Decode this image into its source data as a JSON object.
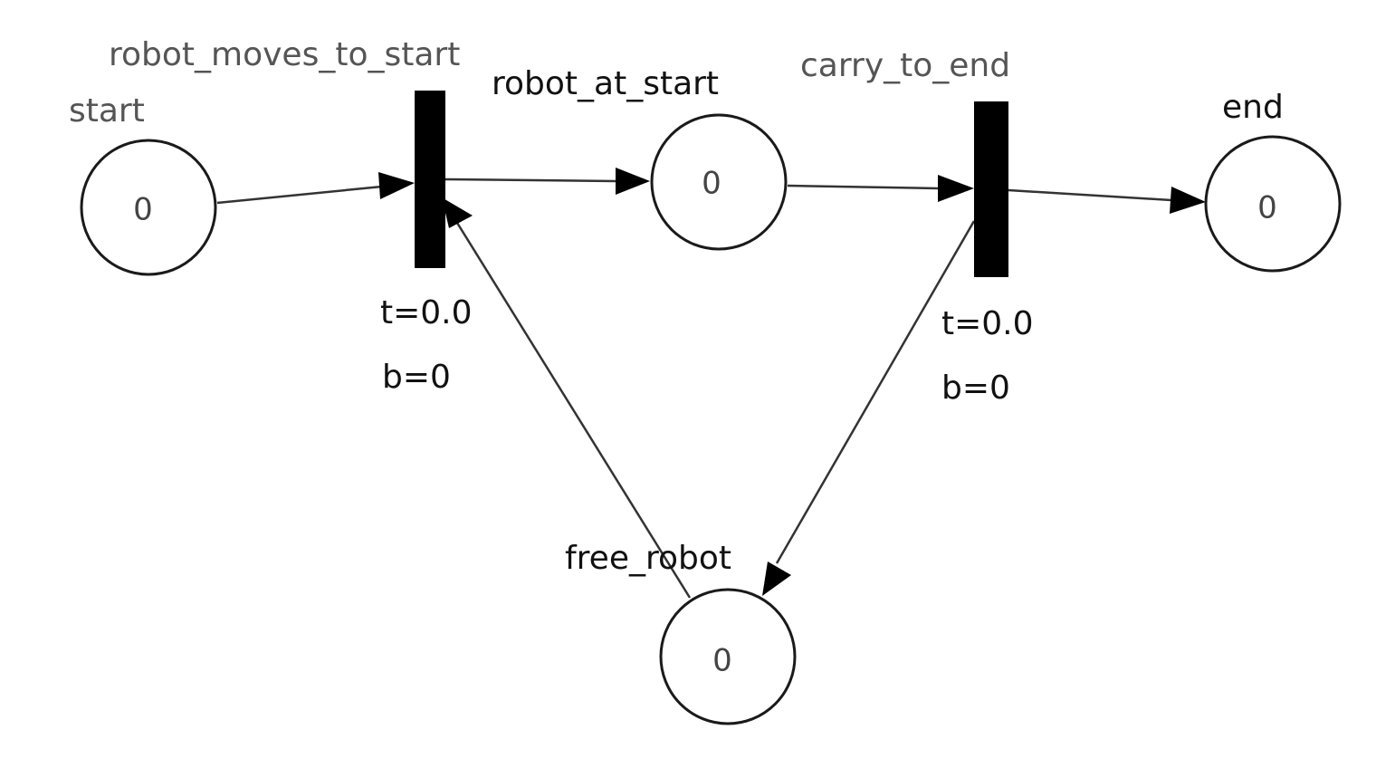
{
  "places": {
    "start": {
      "label": "start",
      "tokens": "0"
    },
    "robot_at_start": {
      "label": "robot_at_start",
      "tokens": "0"
    },
    "end": {
      "label": "end",
      "tokens": "0"
    },
    "free_robot": {
      "label": "free_robot",
      "tokens": "0"
    }
  },
  "transitions": {
    "robot_moves_to_start": {
      "label": "robot_moves_to_start",
      "time": "t=0.0",
      "b": "b=0"
    },
    "carry_to_end": {
      "label": "carry_to_end",
      "time": "t=0.0",
      "b": "b=0"
    }
  },
  "arcs": [
    {
      "from": "start",
      "to": "robot_moves_to_start"
    },
    {
      "from": "robot_moves_to_start",
      "to": "robot_at_start"
    },
    {
      "from": "robot_at_start",
      "to": "carry_to_end"
    },
    {
      "from": "carry_to_end",
      "to": "end"
    },
    {
      "from": "free_robot",
      "to": "robot_moves_to_start"
    },
    {
      "from": "carry_to_end",
      "to": "free_robot"
    }
  ]
}
